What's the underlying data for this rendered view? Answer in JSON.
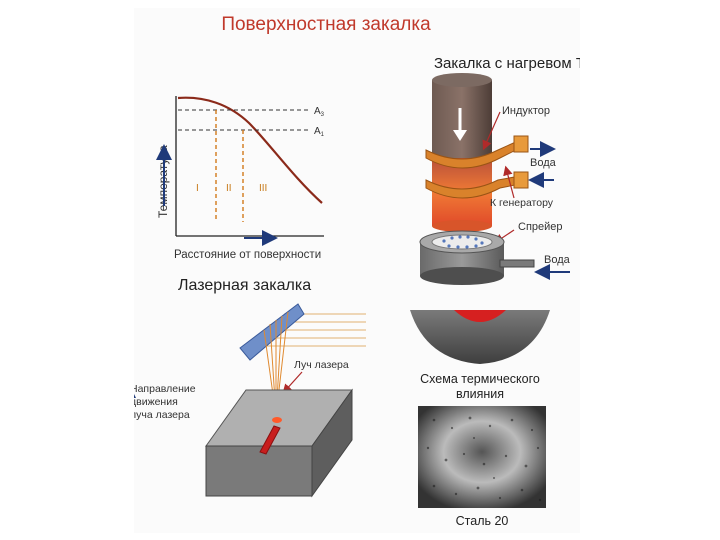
{
  "title": "Поверхностная закалка",
  "tvch_title": "Закалка с нагревом ТВЧ",
  "graph": {
    "y_label": "Температура",
    "x_label": "Расстояние от поверхности",
    "line_a3": "A",
    "line_a3_sub": "3",
    "line_a1": "A",
    "line_a1_sub": "1",
    "zones": [
      "I",
      "II",
      "III"
    ]
  },
  "induction": {
    "inductor_label": "Индуктор",
    "water_label": "Вода",
    "generator_label": "К генератору",
    "sprayer_label": "Спрейер",
    "water2_label": "Вода"
  },
  "laser": {
    "title": "Лазерная закалка",
    "beam_label": "Луч лазера",
    "direction_label_1": "Направление",
    "direction_label_2": "движения",
    "direction_label_3": "луча лазера"
  },
  "heat_scheme": {
    "caption_1": "Схема термического",
    "caption_2": "влияния"
  },
  "micro": {
    "caption": "Сталь 20"
  },
  "colors": {
    "title": "#c0392b",
    "curve": "#8b2a1a",
    "dashed_orange": "#d17a1a",
    "arrow_blue": "#1f3a7a",
    "copper": "#d9822b",
    "metal_hot": "#e8632a",
    "cylinder_dark": "#5a4a44",
    "block_gray": "#8a8a8a",
    "lens_blue": "#6f8fc9",
    "laser_spot": "#c81e1e"
  }
}
